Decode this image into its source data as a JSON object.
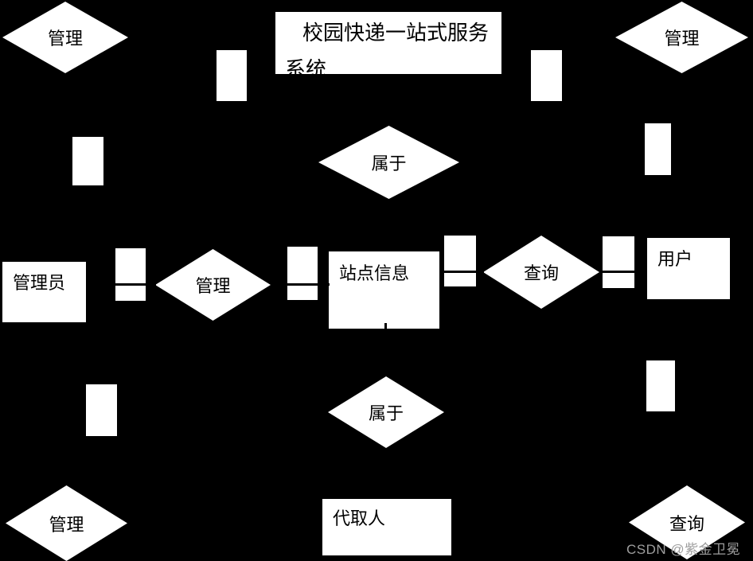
{
  "diagram": {
    "title": {
      "line1": "校园快递一站式服务",
      "line2": "系统"
    },
    "entities": {
      "admin": "管理员",
      "site_info": "站点信息",
      "user": "用户",
      "agent": "代取人"
    },
    "relations": {
      "manage_top_left": "管理",
      "manage_top_right": "管理",
      "belongs_top": "属于",
      "manage_mid": "管理",
      "query_mid": "查询",
      "belongs_bottom": "属于",
      "manage_bottom": "管理",
      "query_bottom": "查询"
    }
  },
  "watermark": {
    "text": "CSDN @紫金卫冕"
  },
  "colors": {
    "background": "#000000",
    "shape_fill": "#ffffff",
    "shape_text": "#000000",
    "watermark": "#9e9e9e"
  }
}
